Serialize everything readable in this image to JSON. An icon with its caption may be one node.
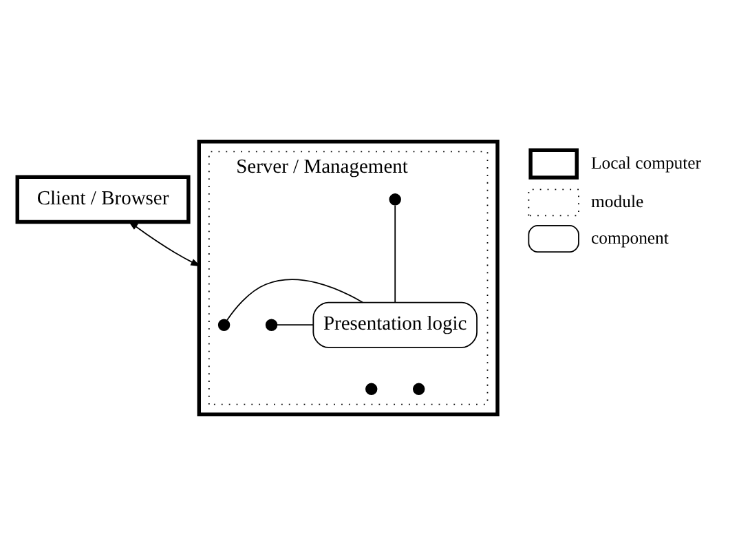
{
  "diagram": {
    "nodes": [
      {
        "text": [
          "Client / Browser"
        ]
      },
      {
        "text": [],
        "shape": "box"
      },
      {
        "text": [
          "Server / Management"
        ],
        "in": 1
      },
      {
        "text": [
          "Presentation logic"
        ],
        "in": 2
      },
      {
        "text": [],
        "shape": "circle",
        "in": 2
      },
      {
        "text": [],
        "shape": "circle",
        "in": 2
      },
      {
        "text": [],
        "shape": "circle",
        "in": 2
      },
      {
        "text": [],
        "shape": "circle",
        "in": 2
      },
      {
        "text": [],
        "shape": "circle",
        "in": 2
      }
    ],
    "edges": [
      {
        "from": 0,
        "to": 1,
        "arrow": "both"
      },
      {
        "from": 4,
        "to": 3,
        "arrow": "none"
      },
      {
        "from": 5,
        "to": 3,
        "arrow": "none"
      },
      {
        "from": 6,
        "to": 3,
        "arrow": "none"
      }
    ],
    "legend": [
      {
        "text": "Local computer"
      },
      {
        "text": "module"
      },
      {
        "text": "component"
      }
    ]
  }
}
